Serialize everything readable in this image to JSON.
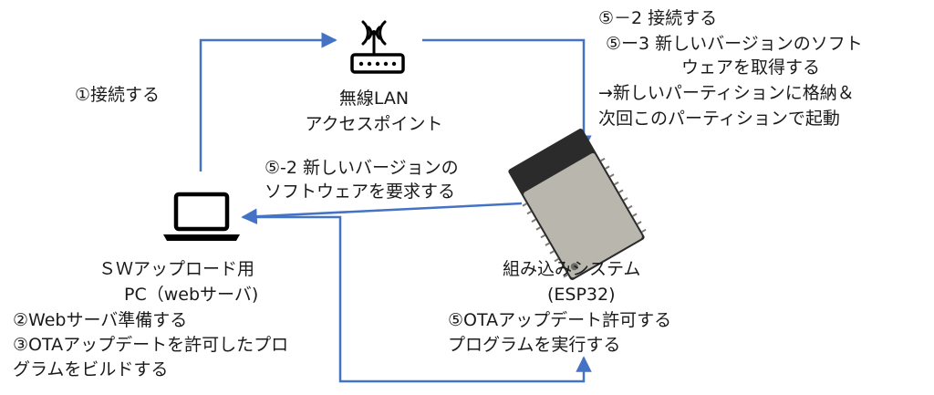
{
  "router": {
    "icon": "wifi-router-icon",
    "label_line1": "無線LAN",
    "label_line2": "アクセスポイント"
  },
  "pc": {
    "icon": "laptop-icon",
    "label_line1": "ＳＷアップロード用",
    "label_line2": "PC（webサーバ)",
    "step2": "②Webサーバ準備する",
    "step3_line1": "③OTAアップデートを許可したプロ",
    "step3_line2": "グラムをビルドする"
  },
  "esp": {
    "icon": "esp32-module-icon",
    "label_line1": "組み込みシステム",
    "label_line2": "(ESP32)",
    "step5_line1": "⑤OTAアップデート許可する",
    "step5_line2": "プログラムを実行する"
  },
  "arrows": {
    "step1": "①接続する",
    "request_line1": "⑤-2 新しいバージョンの",
    "request_line2": "ソフトウェアを要求する",
    "right_line1": "⑤－2 接続する",
    "right_line2": "⑤ー3 新しいバージョンのソフト",
    "right_line3": "ウェアを取得する",
    "right_line4": "→新しいパーティションに格納＆",
    "right_line5": "次回このパーティションで起動"
  },
  "colors": {
    "arrow": "#4472c4",
    "module": "#b9b6ae",
    "module_dark": "#2b2b2b"
  }
}
